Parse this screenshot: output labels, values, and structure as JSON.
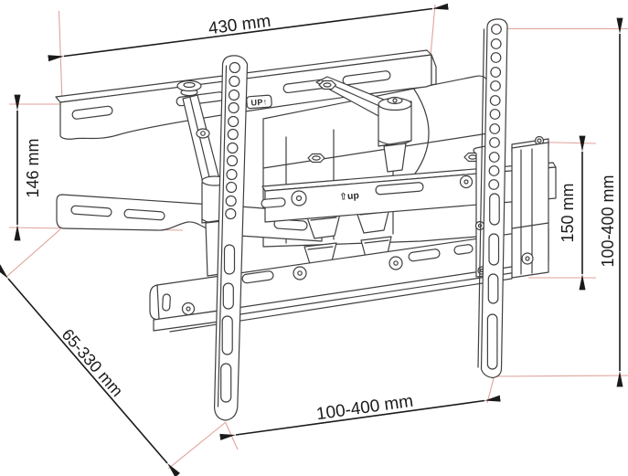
{
  "diagram": {
    "subject": "Articulating TV wall mount bracket - dimensional technical drawing",
    "units": "mm",
    "colors": {
      "background": "#ffffff",
      "body_line": "#3f3f3f",
      "dimension": "#1a1a1a",
      "extension_line": "#e0a29a"
    },
    "part_labels": {
      "up_boxed": "UP↑",
      "up_arm": "⇧up"
    },
    "dimensions": {
      "wall_plate_width": "430 mm",
      "wall_plate_height": "146 mm",
      "extension_depth": "65-330 mm",
      "side_bracket_height": "150 mm",
      "vesa_height": "100-400 mm",
      "vesa_width": "100-400 mm"
    }
  }
}
